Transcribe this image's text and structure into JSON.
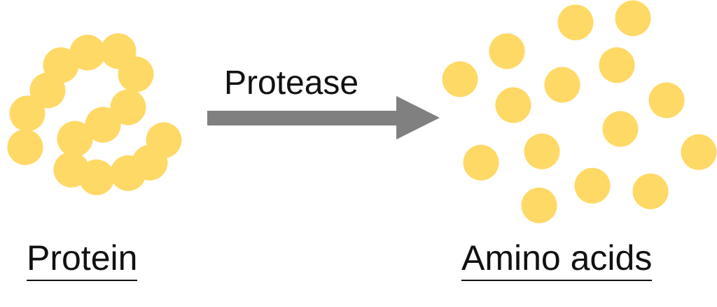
{
  "colors": {
    "amino_acid": "#FFD966",
    "arrow": "#808080",
    "text": "#111111"
  },
  "labels": {
    "enzyme": "Protease",
    "reactant": "Protein",
    "product": "Amino acids"
  },
  "counts": {
    "protein_chain_residues": 15,
    "free_amino_acids": 15
  }
}
